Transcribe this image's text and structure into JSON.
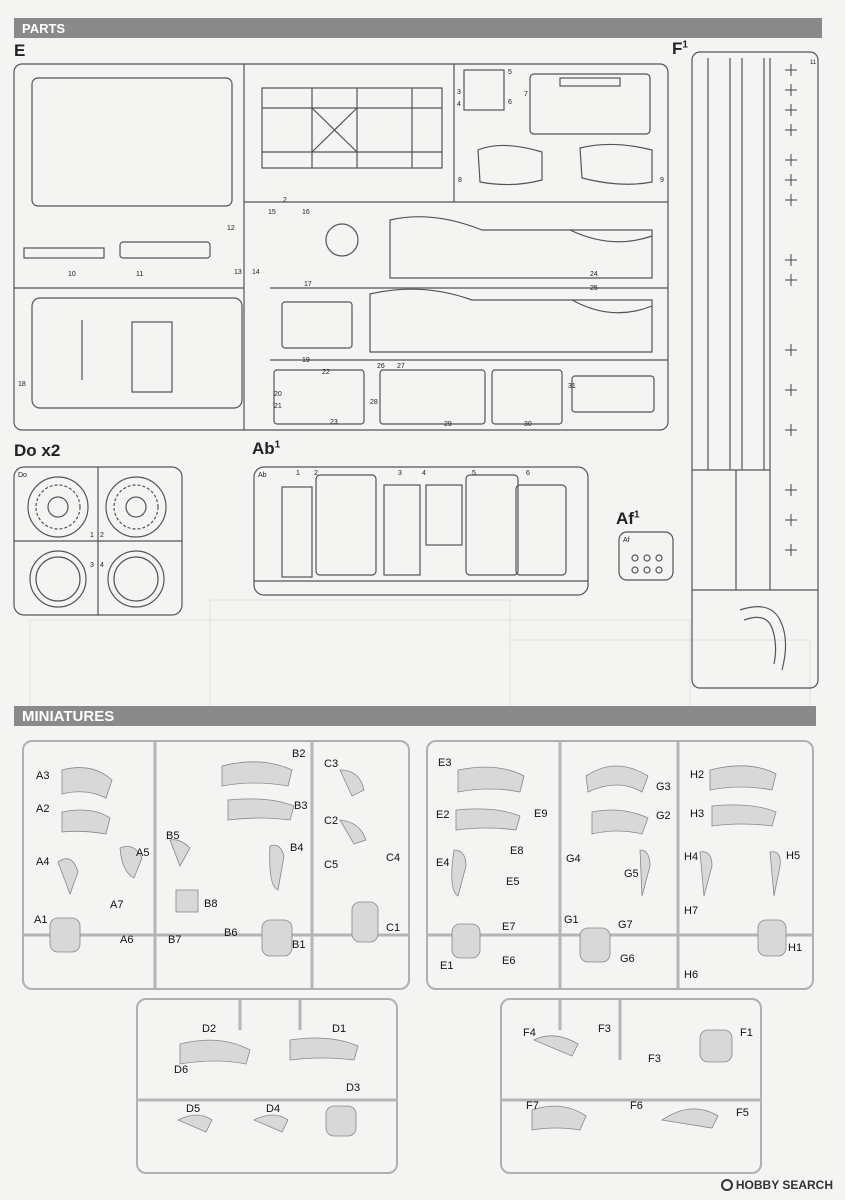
{
  "sections": {
    "parts": "PARTS",
    "miniatures": "MINIATURES"
  },
  "sprues": {
    "E": "E",
    "F1": "F",
    "F1_sup": "1",
    "Do": "Do x2",
    "Ab1": "Ab",
    "Ab1_sup": "1",
    "Af1": "Af",
    "Af1_sup": "1"
  },
  "sprue_E_numbers": [
    "2",
    "5",
    "6",
    "7",
    "3",
    "4",
    "8",
    "9",
    "10",
    "11",
    "12",
    "13",
    "14",
    "15",
    "16",
    "17",
    "18",
    "19",
    "20",
    "21",
    "22",
    "23",
    "24",
    "25",
    "26",
    "27",
    "28",
    "29",
    "30",
    "31"
  ],
  "sprue_Do_numbers": [
    "1",
    "2",
    "3",
    "4"
  ],
  "sprue_Ab_numbers": [
    "1",
    "2",
    "3",
    "4",
    "5",
    "6"
  ],
  "figures": {
    "A": [
      "A3",
      "A2",
      "A4",
      "A5",
      "A7",
      "A1",
      "A6",
      "B5",
      "B8",
      "B7",
      "B6"
    ],
    "B": [
      "B2",
      "B3",
      "B4",
      "B1",
      "C3",
      "C2",
      "C5",
      "C4",
      "C1"
    ],
    "E": [
      "E3",
      "E2",
      "E9",
      "E8",
      "E4",
      "E5",
      "E7",
      "E6",
      "E1",
      "G3",
      "G2",
      "G4",
      "G5",
      "G1",
      "G7",
      "G6"
    ],
    "H": [
      "H2",
      "H3",
      "H4",
      "H5",
      "H7",
      "H1",
      "H6"
    ],
    "D": [
      "D2",
      "D1",
      "D6",
      "D3",
      "D5",
      "D4"
    ],
    "F": [
      "F4",
      "F3",
      "F1",
      "F3",
      "F7",
      "F6",
      "F5"
    ]
  },
  "watermark": "HOBBY SEARCH"
}
